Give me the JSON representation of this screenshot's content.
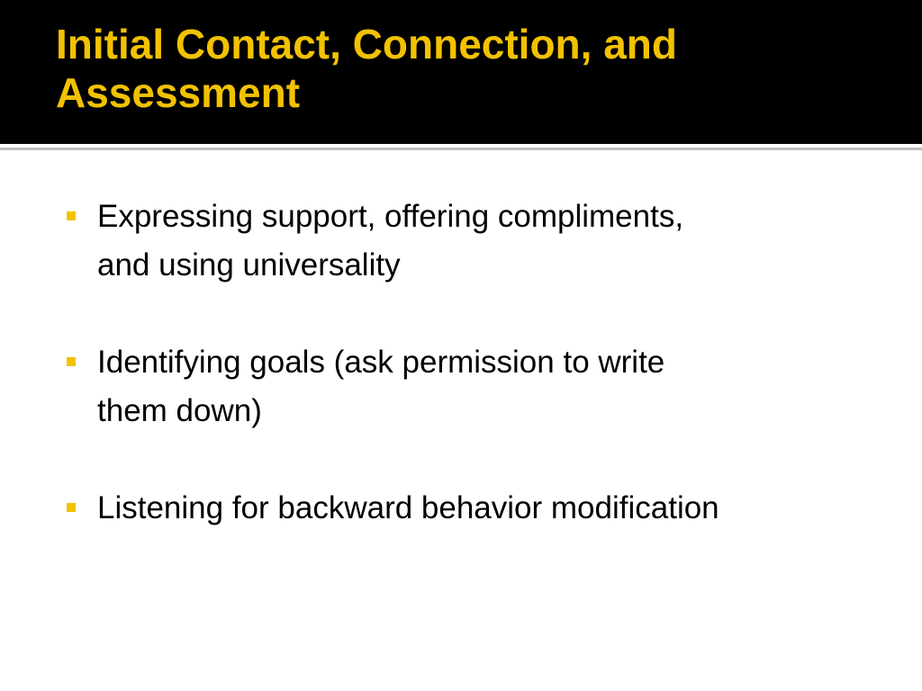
{
  "slide": {
    "title_line1": "Initial Contact, Connection, and",
    "title_line2": "Assessment",
    "bullets": [
      {
        "line1": "Expressing support, offering compliments,",
        "line2": "and using universality"
      },
      {
        "line1": "Identifying goals (ask permission to write",
        "line2": "them down)"
      },
      {
        "line1": "Listening for backward behavior modification"
      }
    ]
  },
  "colors": {
    "header_background": "#000000",
    "title_text": "#f2c200",
    "bullet_marker": "#f2c200",
    "body_text": "#000000",
    "divider": "#bfbfbf"
  }
}
